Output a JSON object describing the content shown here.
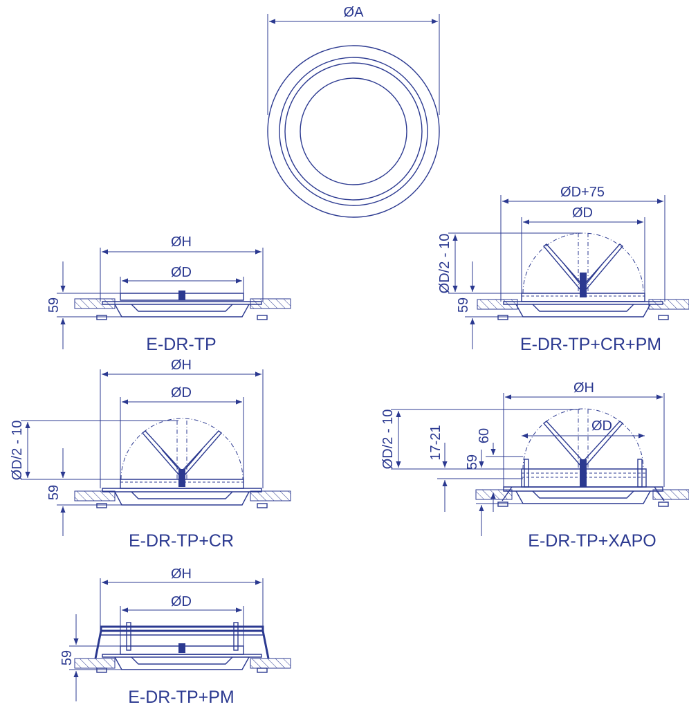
{
  "top_view": {
    "dim_a": "ØA"
  },
  "views": {
    "tp": {
      "caption": "E-DR-TP",
      "dim_h": "ØH",
      "dim_d": "ØD",
      "dim_59": "59"
    },
    "tp_cr_pm": {
      "caption": "E-DR-TP+CR+PM",
      "dim_d75": "ØD+75",
      "dim_d": "ØD",
      "dim_half": "ØD/2 - 10",
      "dim_59": "59"
    },
    "tp_cr": {
      "caption": "E-DR-TP+CR",
      "dim_h": "ØH",
      "dim_d": "ØD",
      "dim_half": "ØD/2 - 10",
      "dim_59": "59"
    },
    "tp_xapo": {
      "caption": "E-DR-TP+XAPO",
      "dim_h": "ØH",
      "dim_d": "ØD",
      "dim_half": "ØD/2 - 10",
      "dim_1721": "17-21",
      "dim_60": "60",
      "dim_59": "59"
    },
    "tp_pm": {
      "caption": "E-DR-TP+PM",
      "dim_h": "ØH",
      "dim_d": "ØD",
      "dim_59": "59"
    }
  },
  "colors": {
    "line": "#2b3990"
  }
}
